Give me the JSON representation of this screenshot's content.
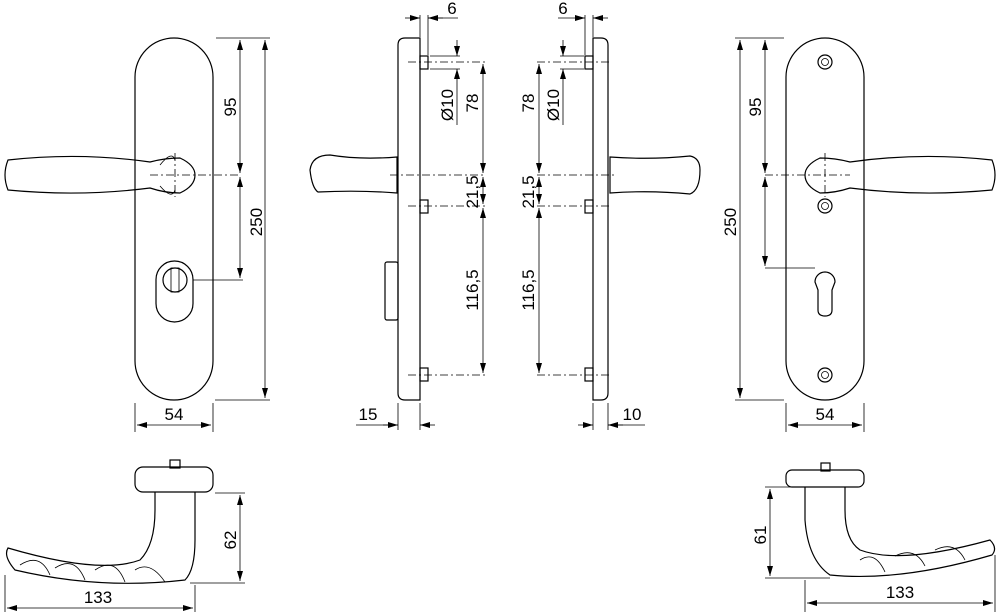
{
  "drawing": {
    "front_left": {
      "height_upper": "95",
      "height_total": "250",
      "width": "54"
    },
    "side_left": {
      "offset": "6",
      "hole_diameter": "Ø10",
      "upper": "78",
      "middle": "21,5",
      "lower": "116,5",
      "thickness": "15"
    },
    "side_right": {
      "offset": "6",
      "hole_diameter": "Ø10",
      "upper": "78",
      "middle": "21,5",
      "lower": "116,5",
      "thickness": "10"
    },
    "front_right": {
      "height_upper": "95",
      "height_total": "250",
      "width": "54"
    },
    "handle_left": {
      "height": "62",
      "length": "133"
    },
    "handle_right": {
      "height": "61",
      "length": "133"
    }
  }
}
